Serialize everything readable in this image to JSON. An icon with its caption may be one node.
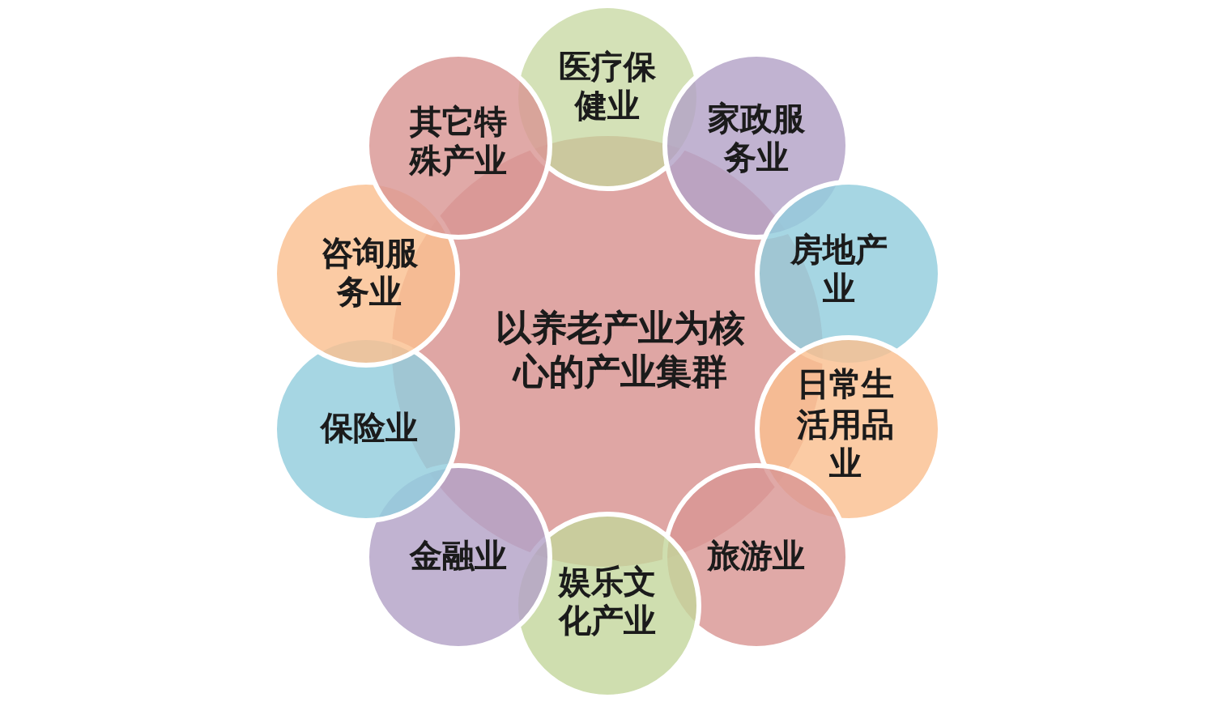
{
  "diagram": {
    "nodes": [
      {
        "text": [
          "以养老产业为核心的产业集群"
        ]
      },
      {
        "text": [
          "医疗保健业"
        ]
      },
      {
        "text": [
          "家政服务业"
        ]
      },
      {
        "text": [
          "房地产业"
        ]
      },
      {
        "text": [
          "日常生活用品业"
        ]
      },
      {
        "text": [
          "旅游业"
        ]
      },
      {
        "text": [
          "娱乐文化产业"
        ]
      },
      {
        "text": [
          "金融业"
        ]
      },
      {
        "text": [
          "保险业"
        ]
      },
      {
        "text": [
          "咨询服务业"
        ]
      },
      {
        "text": [
          "其它特殊产业"
        ]
      }
    ]
  }
}
